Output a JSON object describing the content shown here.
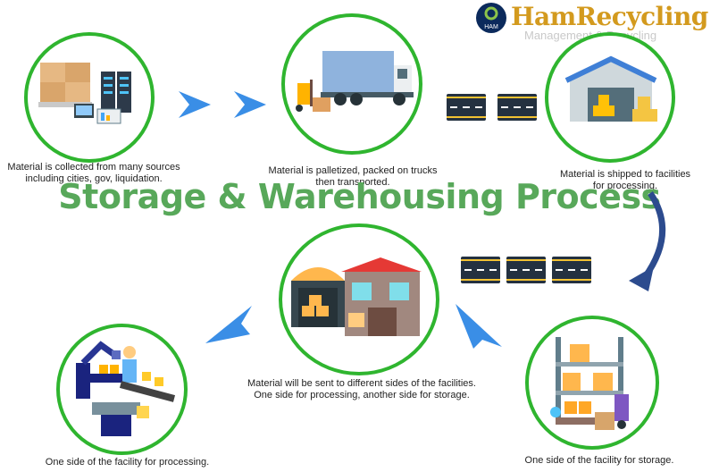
{
  "logo": {
    "badge": "HAM",
    "name": "HamRecycling",
    "tagline": "Management & Recycling"
  },
  "title": "Storage & Warehousing Process",
  "steps": [
    {
      "line1": "Material is collected from many sources",
      "line2": "including cities, gov, liquidation."
    },
    {
      "line1": "Material is palletized, packed on trucks",
      "line2": "then transported."
    },
    {
      "line1": "Material is shipped to facilities",
      "line2": "for processing."
    },
    {
      "line1": "Material will be sent to different sides of the facilities.",
      "line2": "One side for processing, another side for storage."
    },
    {
      "line1": "One side of the facility for processing."
    },
    {
      "line1": "One side of the facility for storage."
    }
  ],
  "colors": {
    "accent": "#2fb52f",
    "title": "#58a85a",
    "arrow": "#3a8ee6",
    "curve_arrow": "#2c4b8e",
    "logo": "#d39a1e"
  }
}
